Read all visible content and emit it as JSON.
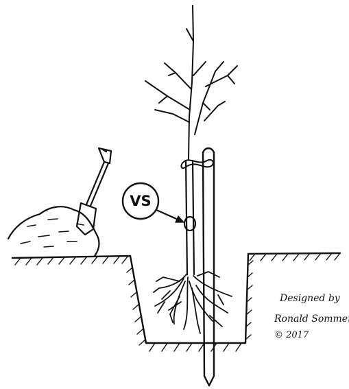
{
  "diagram": {
    "callout_label": "VS",
    "credit": {
      "line1": "Designed by",
      "line2": "Ronald Sommer",
      "line3": "© 2017"
    }
  },
  "colors": {
    "ink": "#111111",
    "background": "#ffffff"
  },
  "elements": [
    "soil-pile",
    "spade-icon",
    "ground-surface",
    "planting-pit",
    "tree-trunk",
    "tree-crown",
    "grafting-point",
    "tree-roots",
    "support-stake",
    "tree-tie"
  ]
}
